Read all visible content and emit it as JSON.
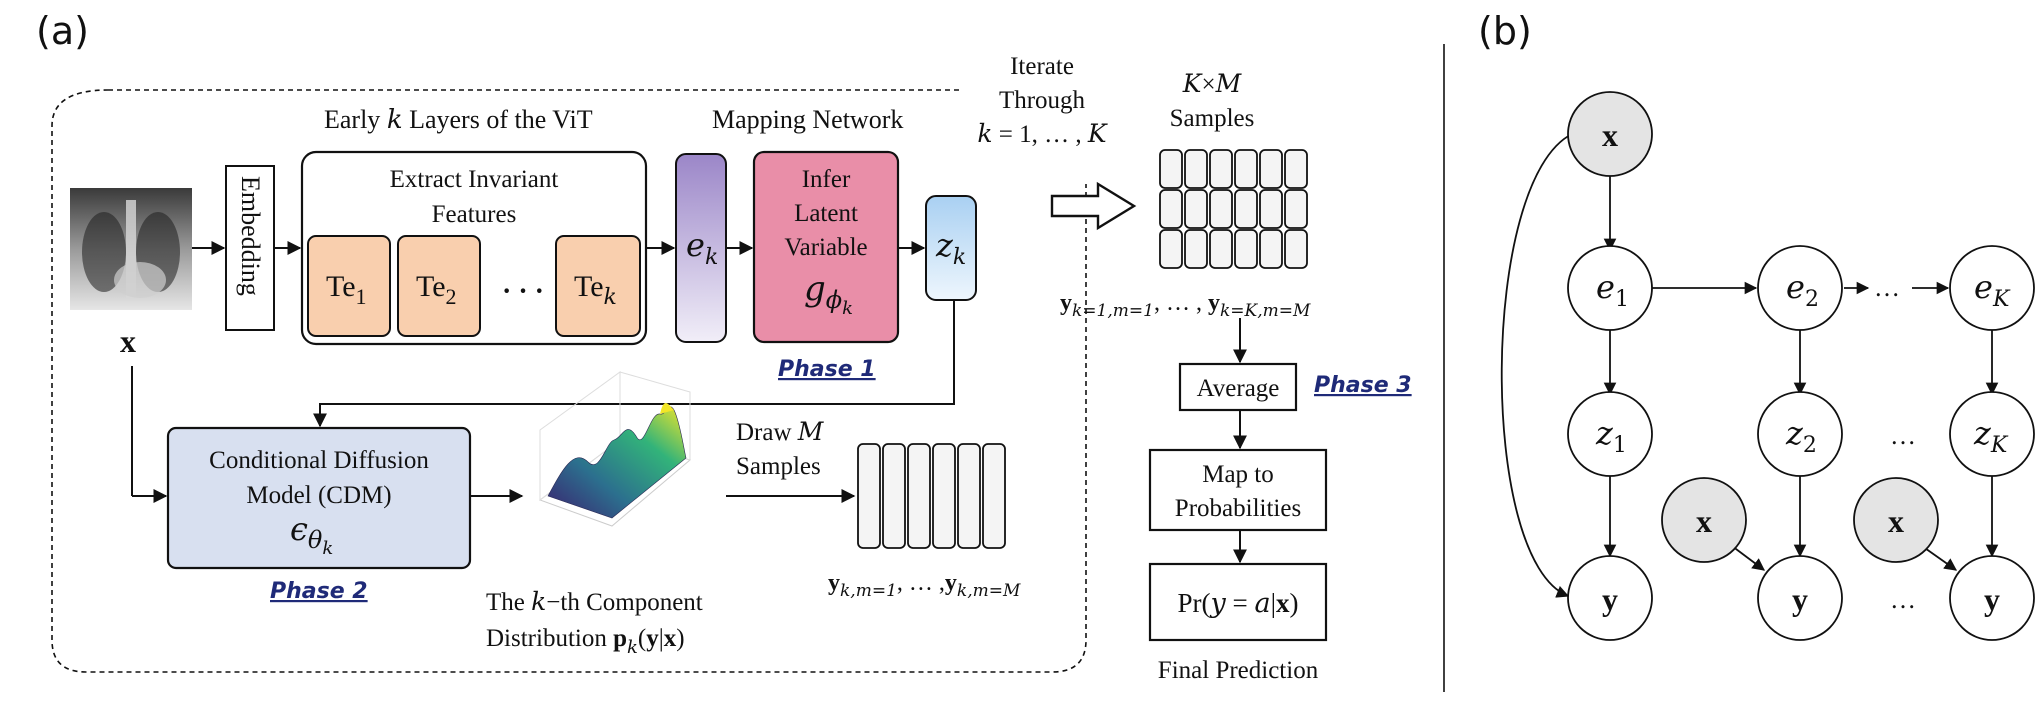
{
  "panel_a": {
    "label": "(a)",
    "early_layers_title": "Early k Layers of the ViT",
    "mapping_title": "Mapping Network",
    "embedding": "Embedding",
    "extract_line1": "Extract Invariant",
    "extract_line2": "Features",
    "te1": "Te",
    "te1_sub": "1",
    "te2": "Te",
    "te2_sub": "2",
    "dots": "· · ·",
    "tek": "Te",
    "tek_sub": "k",
    "ek": "e",
    "ek_sub": "k",
    "infer_line1": "Infer",
    "infer_line2": "Latent",
    "infer_line3": "Variable",
    "g_phi": "g",
    "g_phi_sub": "ϕ",
    "g_phi_subsub": "k",
    "zk": "z",
    "zk_sub": "k",
    "x_label": "x",
    "phase1": "Phase 1",
    "phase2": "Phase 2",
    "phase3": "Phase 3",
    "cdm_line1": "Conditional Diffusion",
    "cdm_line2": "Model (CDM)",
    "cdm_eps": "ϵ",
    "cdm_eps_sub": "θ",
    "cdm_eps_subsub": "k",
    "component_line1": "The k−th Component",
    "component_line2": "Distribution p",
    "component_line2_sub": "k",
    "component_line2_tail": "(y|x)",
    "draw_line1": "Draw M",
    "draw_line2": "Samples",
    "samples_label": "y",
    "samples_label_sub1": "k,m=1",
    "samples_label_mid": ", … ,y",
    "samples_label_sub2": "k,m=M",
    "iterate_line1": "Iterate",
    "iterate_line2": "Through",
    "iterate_line3": "k = 1, … , K",
    "km_line1": "K×M",
    "km_line2": "Samples",
    "km_label": "y",
    "km_label_sub1": "k=1,m=1",
    "km_label_mid": ", … , y",
    "km_label_sub2": "k=K,m=M",
    "average": "Average",
    "map_line1": "Map to",
    "map_line2": "Probabilities",
    "pr": "Pr(y = a|x)",
    "final": "Final Prediction"
  },
  "panel_b": {
    "label": "(b)",
    "x": "x",
    "e1": "e",
    "e1_sub": "1",
    "e2": "e",
    "e2_sub": "2",
    "eK": "e",
    "eK_sub": "K",
    "z1": "z",
    "z1_sub": "1",
    "z2": "z",
    "z2_sub": "2",
    "zK": "z",
    "zK_sub": "K",
    "y": "y",
    "dots": "…"
  },
  "colors": {
    "te_fill": "#f9cfae",
    "mapping_fill": "#e98ea8",
    "cdm_fill": "#d8e0f0",
    "observed_node": "#e4e4e4",
    "phase_text": "#1f2a78"
  }
}
